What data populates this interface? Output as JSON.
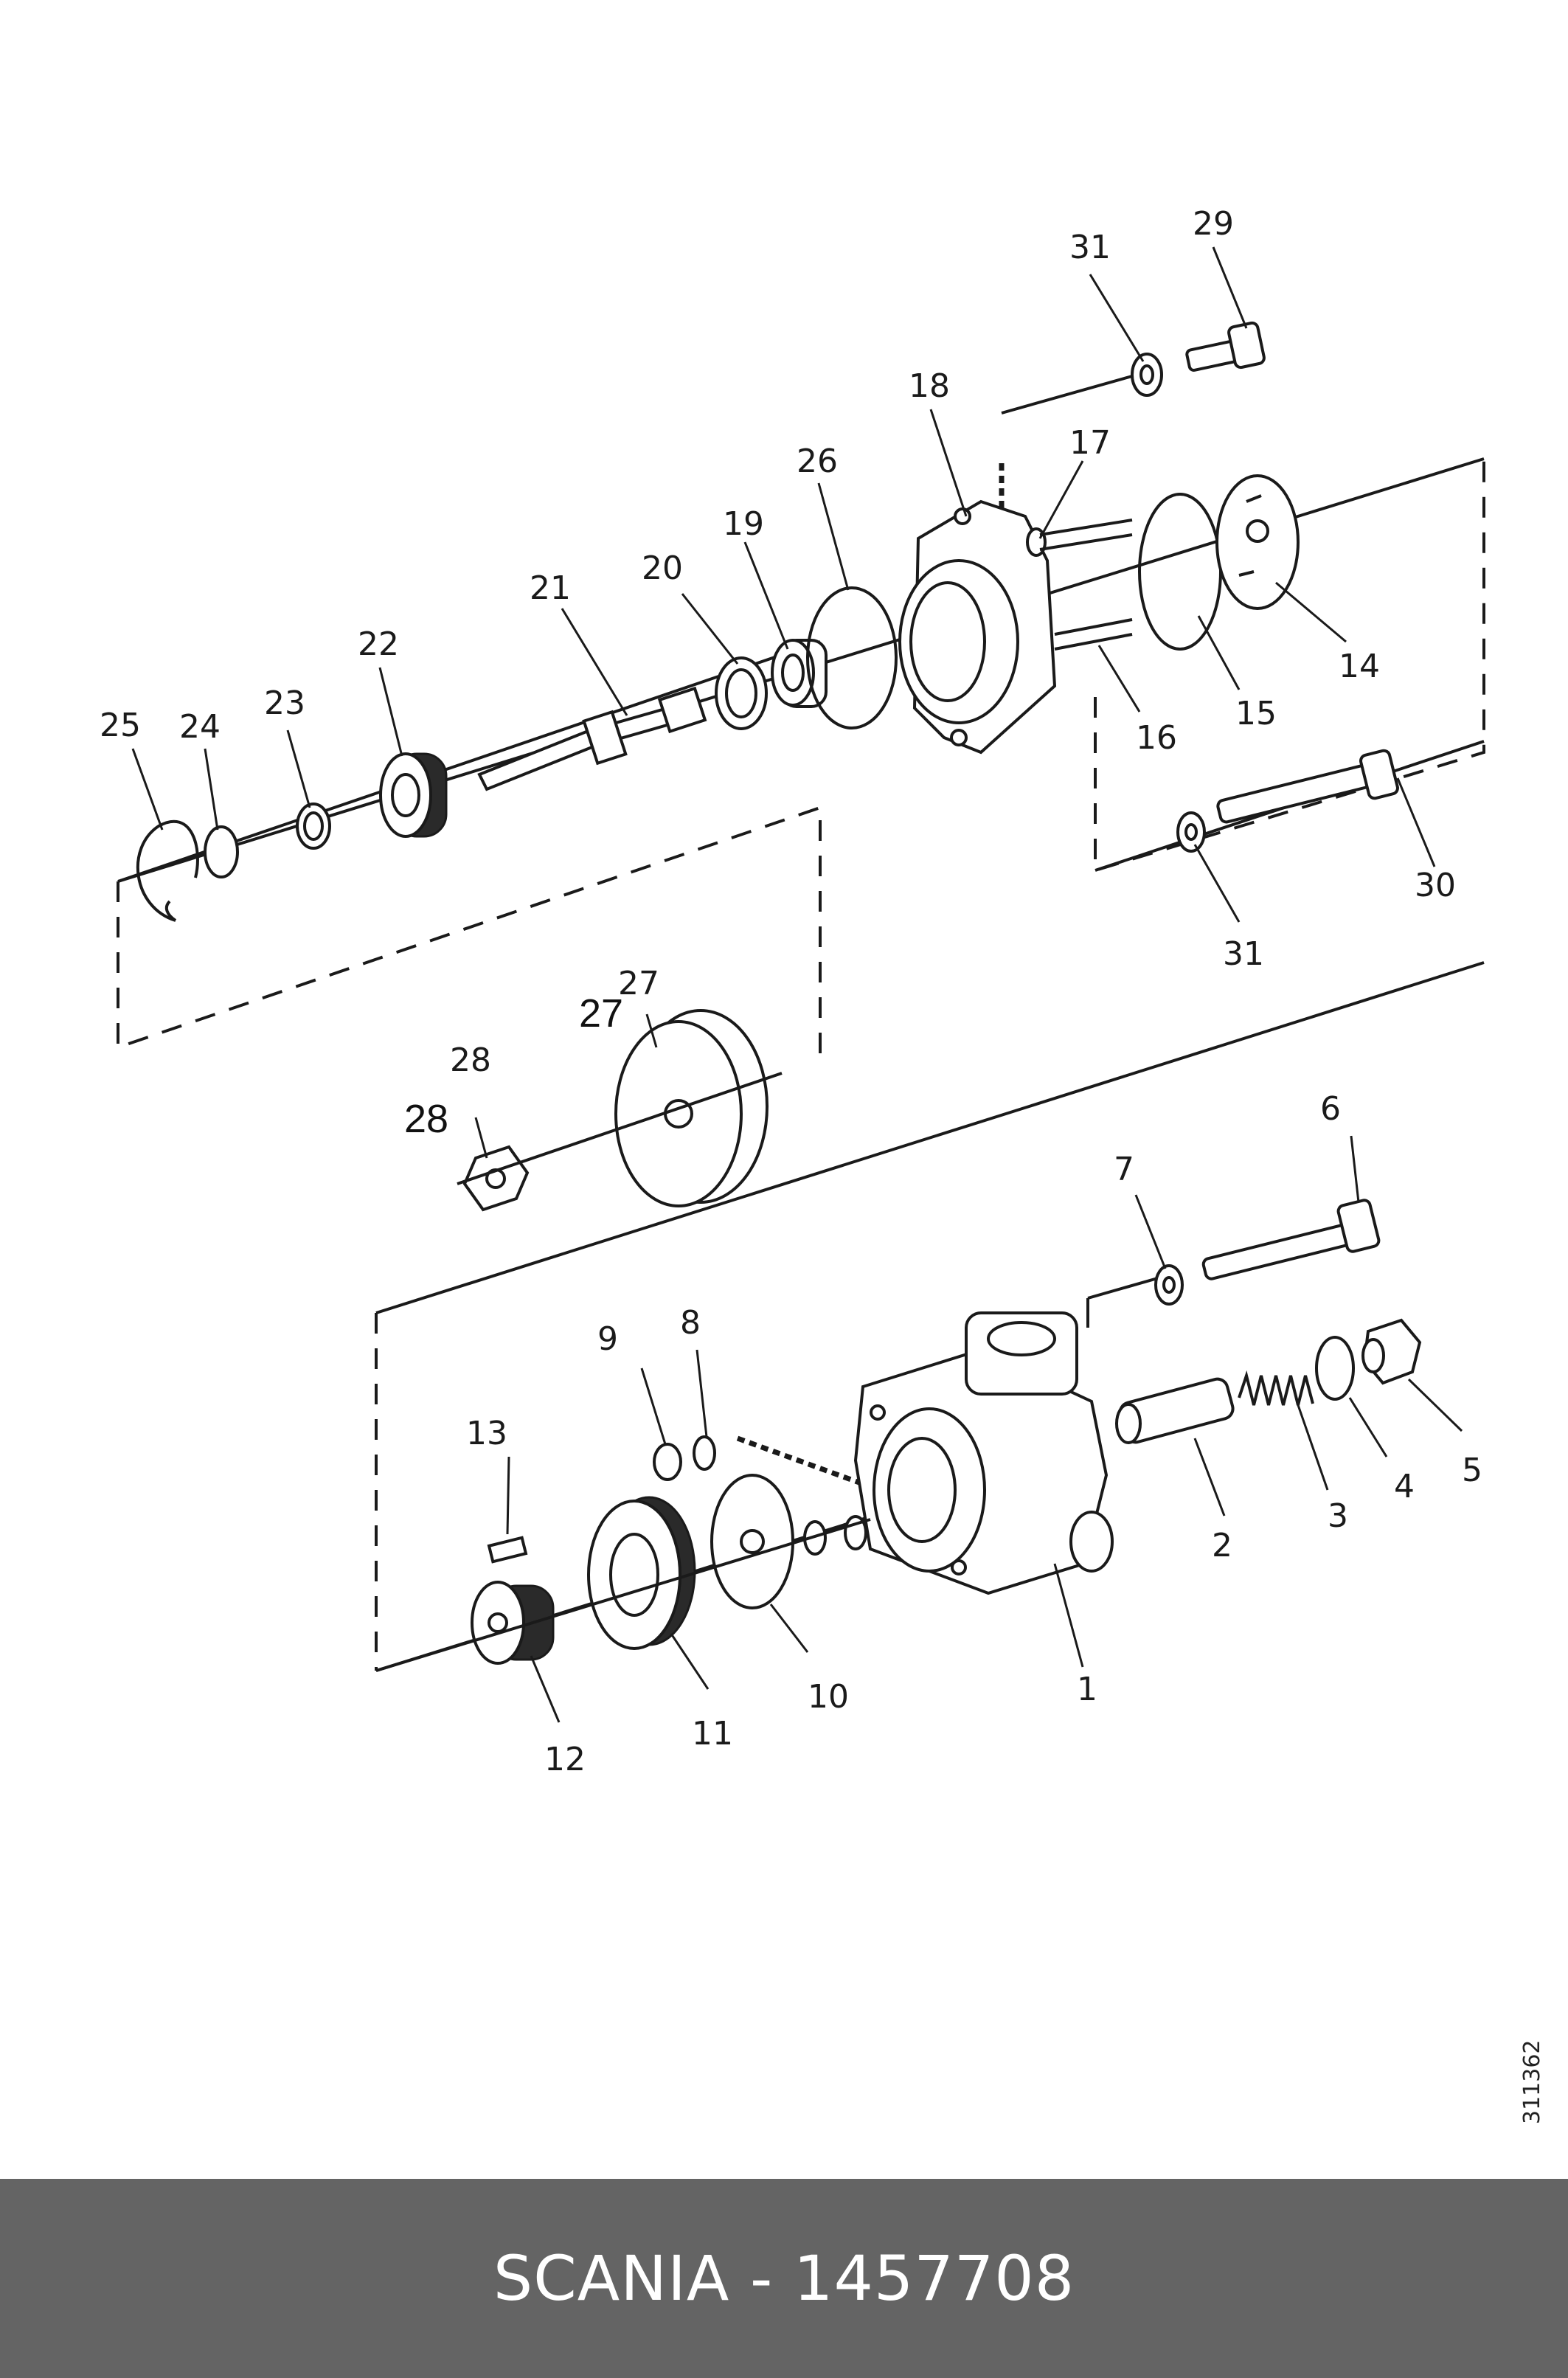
{
  "drawing_number": "311362",
  "footer": {
    "title": "SCANIA - 1457708"
  },
  "callouts": {
    "c1": "1",
    "c2": "2",
    "c3": "3",
    "c4": "4",
    "c5": "5",
    "c6": "6",
    "c7": "7",
    "c8": "8",
    "c9": "9",
    "c10": "10",
    "c11": "11",
    "c12": "12",
    "c13": "13",
    "c14": "14",
    "c15": "15",
    "c16": "16",
    "c17": "17",
    "c18": "18",
    "c19": "19",
    "c20": "20",
    "c21": "21",
    "c22": "22",
    "c23": "23",
    "c24": "24",
    "c25": "25",
    "c26": "26",
    "c27": "27",
    "c27b": "27",
    "c28": "28",
    "c28b": "28",
    "c29": "29",
    "c30": "30",
    "c31a": "31",
    "c31b": "31"
  }
}
